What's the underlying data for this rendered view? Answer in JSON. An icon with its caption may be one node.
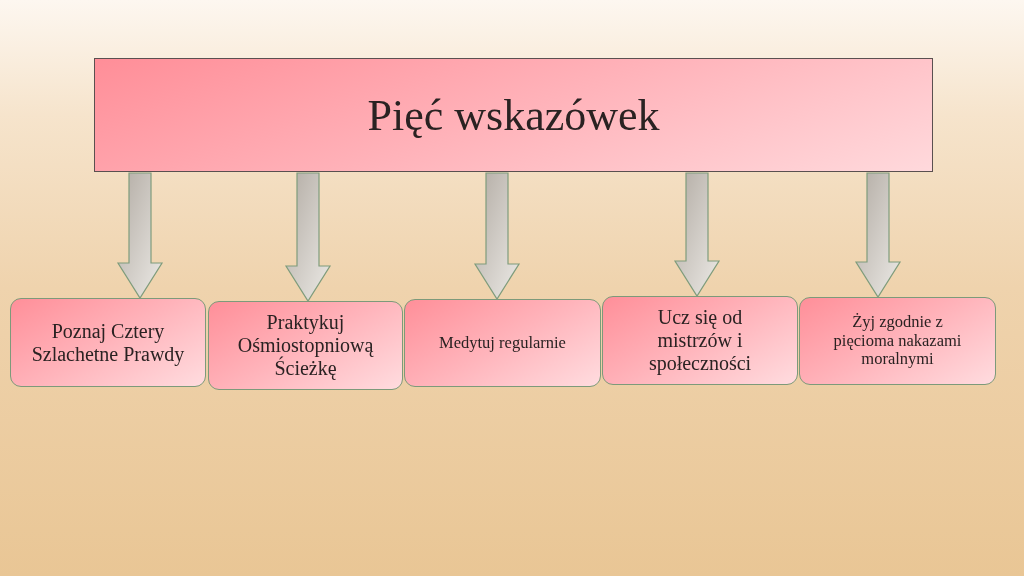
{
  "diagram": {
    "nodes": [
      {
        "text": [
          "Pięć wskazówek"
        ]
      },
      {
        "text": [
          "Poznaj Cztery Szlachetne Prawdy"
        ]
      },
      {
        "text": [
          "Praktykuj Ośmiostopniową Ścieżkę"
        ]
      },
      {
        "text": [
          "Medytuj regularnie"
        ]
      },
      {
        "text": [
          "Ucz się od mistrzów i społeczności"
        ]
      },
      {
        "text": [
          "Żyj zgodnie z pięcioma nakazami moralnymi"
        ]
      }
    ],
    "edges": [
      {
        "from": 0,
        "to": 1,
        "arrow": "to"
      },
      {
        "from": 0,
        "to": 2,
        "arrow": "to"
      },
      {
        "from": 0,
        "to": 3,
        "arrow": "to"
      },
      {
        "from": 0,
        "to": 4,
        "arrow": "to"
      },
      {
        "from": 0,
        "to": 5,
        "arrow": "to"
      }
    ]
  }
}
